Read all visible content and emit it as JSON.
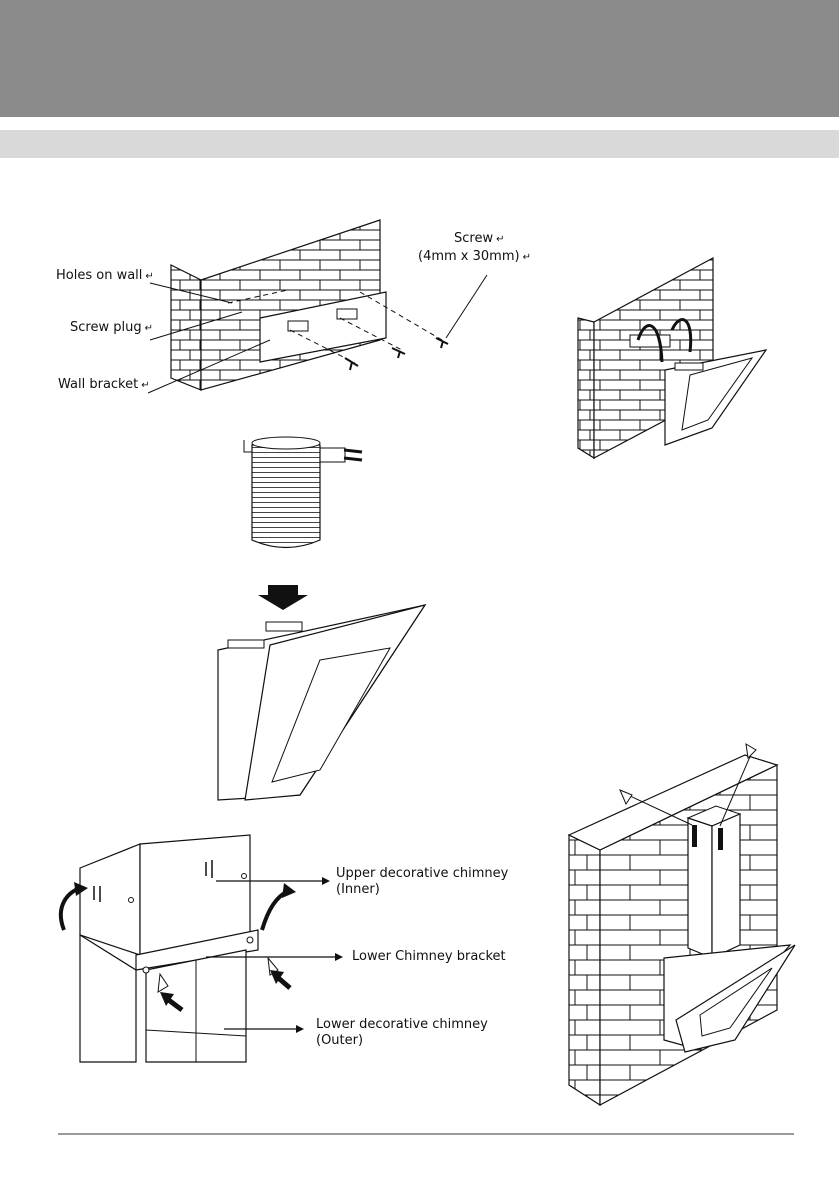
{
  "step1": {
    "holes_label": "Holes on wall",
    "plug_label": "Screw plug",
    "bracket_label": "Wall bracket",
    "screw_label": "Screw",
    "screw_size_label": "(4mm x 30mm)",
    "return_mark": "↵"
  },
  "step4": {
    "upper_label": "Upper decorative chimney",
    "upper_sub": "(Inner)",
    "bracket_label": "Lower Chimney bracket",
    "lower_label": "Lower decorative chimney",
    "lower_sub": "(Outer)"
  }
}
